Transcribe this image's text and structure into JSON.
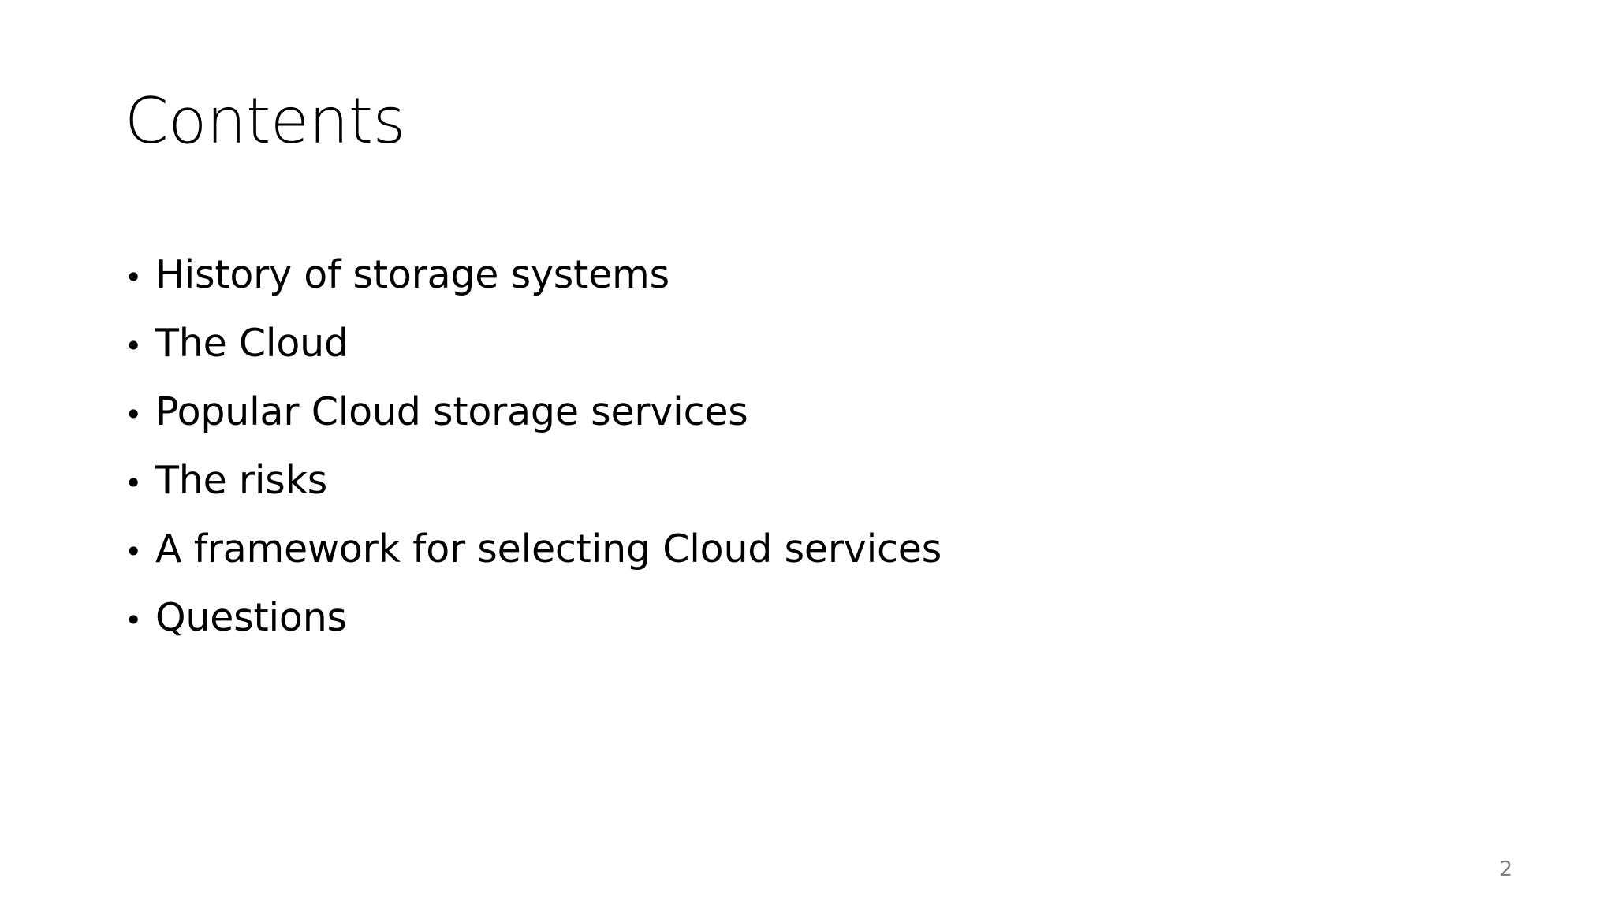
{
  "slide": {
    "title": "Contents",
    "background_color": "#ffffff",
    "text_color": "#000000",
    "page_number": "2",
    "page_number_color": "#7f7f7f",
    "bullet_glyph": "•",
    "bullets": [
      {
        "text": "History of storage systems"
      },
      {
        "text": "The Cloud"
      },
      {
        "text": "Popular Cloud storage services"
      },
      {
        "text": "The risks"
      },
      {
        "text": "A framework for selecting Cloud services"
      },
      {
        "text": "Questions"
      }
    ]
  }
}
